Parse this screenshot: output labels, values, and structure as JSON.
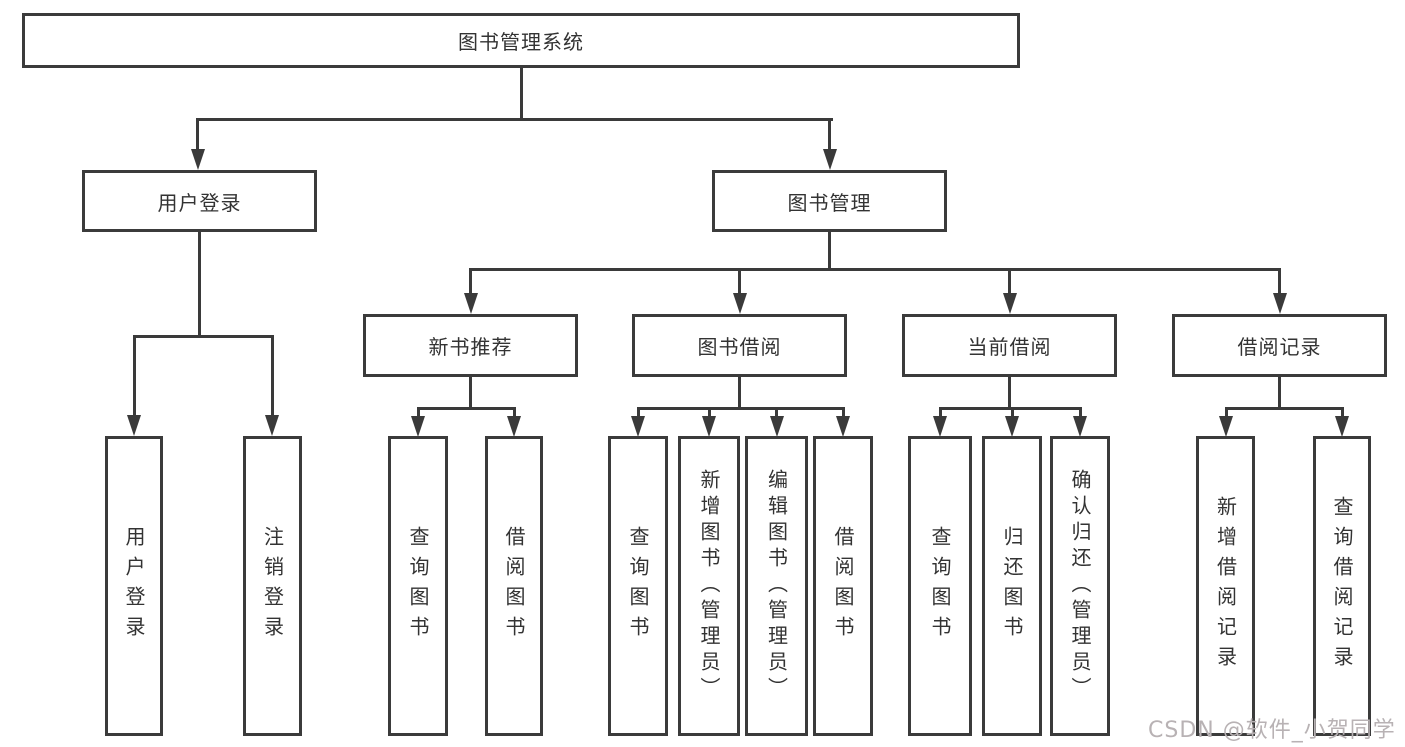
{
  "diagram": {
    "root": {
      "label": "图书管理系统"
    },
    "branches": [
      {
        "label": "用户登录",
        "children": [
          {
            "label": "用户登录"
          },
          {
            "label": "注销登录"
          }
        ]
      },
      {
        "label": "图书管理",
        "children": [
          {
            "label": "新书推荐",
            "children": [
              {
                "label": "查询图书"
              },
              {
                "label": "借阅图书"
              }
            ]
          },
          {
            "label": "图书借阅",
            "children": [
              {
                "label": "查询图书"
              },
              {
                "label": "新增图书（管理员）"
              },
              {
                "label": "编辑图书（管理员）"
              },
              {
                "label": "借阅图书"
              }
            ]
          },
          {
            "label": "当前借阅",
            "children": [
              {
                "label": "查询图书"
              },
              {
                "label": "归还图书"
              },
              {
                "label": "确认归还（管理员）"
              }
            ]
          },
          {
            "label": "借阅记录",
            "children": [
              {
                "label": "新增借阅记录"
              },
              {
                "label": "查询借阅记录"
              }
            ]
          }
        ]
      }
    ]
  },
  "watermark": {
    "text": "CSDN @软件_小贺同学"
  },
  "colors": {
    "line": "#3a3a3a",
    "border": "#3b3b3b",
    "text": "#333333",
    "watermark": "#b8b2b4",
    "background": "#ffffff"
  }
}
